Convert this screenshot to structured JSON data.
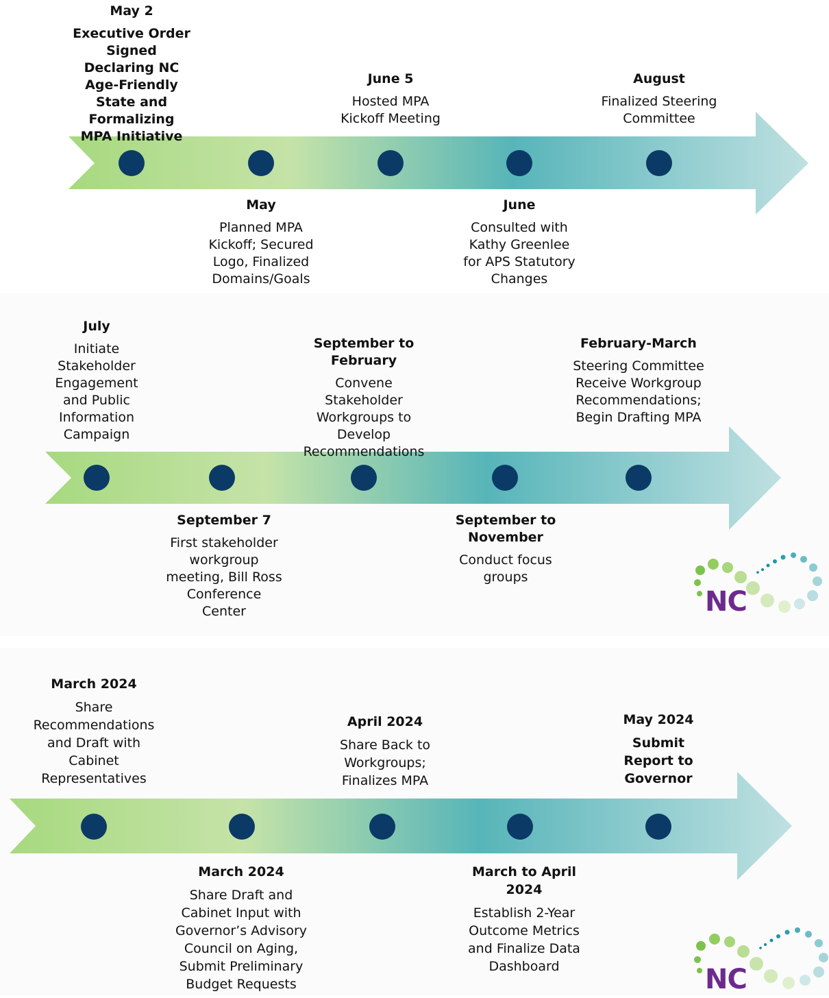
{
  "rows": [
    {
      "events": [
        {
          "date": "May 2",
          "text": "Executive Order Signed Declaring NC Age-Friendly State and Formalizing MPA Initiative",
          "text_bold": true
        },
        {
          "date": "May",
          "text": "Planned MPA Kickoff; Secured Logo, Finalized Domains/Goals"
        },
        {
          "date": "June 5",
          "text": "Hosted MPA Kickoff Meeting"
        },
        {
          "date": "June",
          "text": "Consulted with Kathy Greenlee for APS Statutory Changes"
        },
        {
          "date": "August",
          "text": "Finalized Steering Committee"
        }
      ]
    },
    {
      "events": [
        {
          "date": "July",
          "text": "Initiate Stakeholder Engagement and Public Information Campaign"
        },
        {
          "date": "September 7",
          "text": "First stakeholder workgroup meeting, Bill Ross Conference Center"
        },
        {
          "date": "September to February",
          "text": "Convene Stakeholder Workgroups to Develop Recommendations"
        },
        {
          "date": "September to November",
          "text": "Conduct focus groups"
        },
        {
          "date": "February-March",
          "text": "Steering Committee Receive Workgroup Recommendations; Begin Drafting MPA"
        }
      ],
      "logo_text": "NC"
    },
    {
      "events": [
        {
          "date": "March 2024",
          "text": "Share Recommendations and Draft with Cabinet Representatives"
        },
        {
          "date": "March 2024",
          "text": "Share Draft and Cabinet Input with Governor’s Advisory Council on Aging, Submit Preliminary Budget Requests"
        },
        {
          "date": "April 2024",
          "text": "Share Back to Workgroups; Finalizes MPA"
        },
        {
          "date": "March to April 2024",
          "text": "Establish 2-Year Outcome Metrics and Finalize Data Dashboard"
        },
        {
          "date": "May 2024",
          "text": "Submit Report to Governor",
          "text_bold": true
        }
      ],
      "logo_text": "NC"
    }
  ],
  "colors": {
    "arrow_start": "#a9d982",
    "arrow_mid": "#52b3b8",
    "arrow_end": "#b9dfe0",
    "dot": "#0b3a66",
    "logo_purple": "#6d2a8e"
  }
}
